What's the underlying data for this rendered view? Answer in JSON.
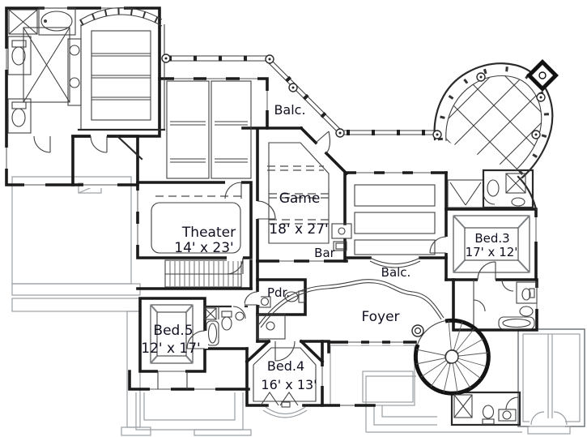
{
  "plan": {
    "type": "second-floor-plan",
    "colors": {
      "wall": "#1b1b1b",
      "detail": "#3f3f3f",
      "light_line": "#9aa0a5",
      "text": "#101020",
      "background": "#ffffff"
    },
    "rooms": {
      "balc_top": {
        "label": "Balc."
      },
      "game": {
        "label": "Game",
        "dims": "18' x 27'"
      },
      "theater": {
        "label": "Theater",
        "dims": "14' x 23'"
      },
      "bar": {
        "label": "Bar"
      },
      "balc_mid": {
        "label": "Balc."
      },
      "foyer": {
        "label": "Foyer"
      },
      "bed3": {
        "label": "Bed.3",
        "dims": "17' x 12'"
      },
      "pdr": {
        "label": "Pdr."
      },
      "bed5": {
        "label": "Bed.5",
        "dims": "12' x 17'"
      },
      "bed4": {
        "label": "Bed.4",
        "dims": "16' x 13'"
      }
    }
  }
}
